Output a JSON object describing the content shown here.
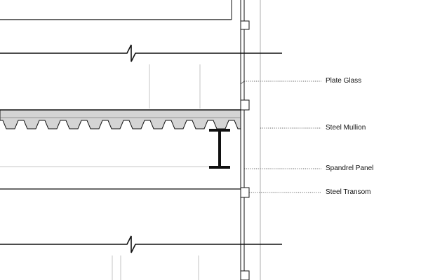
{
  "labels": {
    "plate_glass": "Plate Glass",
    "steel_mullion": "Steel Mullion",
    "spandrel_panel": "Spandrel Panel",
    "steel_transom": "Steel Transom"
  },
  "colors": {
    "line": "#111111",
    "thin_line": "#666666",
    "faint_line": "#b5b5b5",
    "slab_fill": "#d4d4d4",
    "leader": "#333333"
  }
}
